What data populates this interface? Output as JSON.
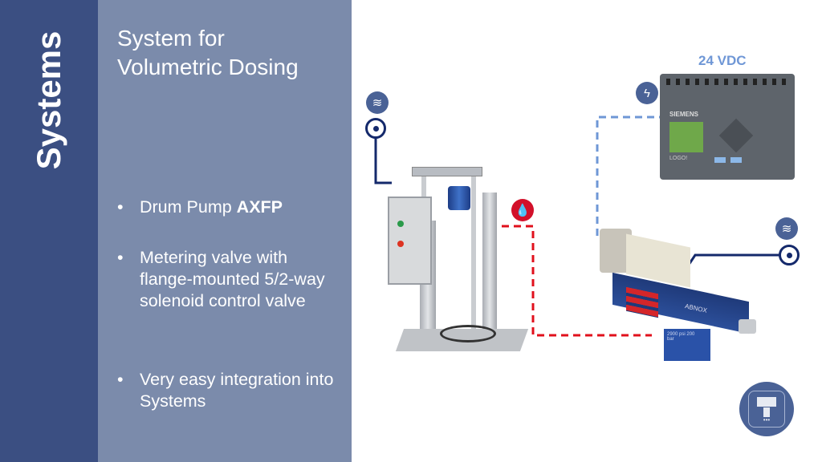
{
  "sidebar": {
    "title": "Systems"
  },
  "slide": {
    "title_line1": "System for",
    "title_line2": "Volumetric Dosing"
  },
  "bullets": [
    {
      "text": "Drum Pump ",
      "bold": "AXFP"
    },
    {
      "text": "Metering valve with flange-mounted 5/2-way solenoid control valve"
    },
    {
      "text": "Very easy integration into Systems"
    }
  ],
  "diagram": {
    "power_label": "24 VDC",
    "plc_brand": "SIEMENS",
    "plc_model": "LOGO!",
    "valve_brand": "ABNOX",
    "valve_pressure": "2900 psi 200 bar"
  },
  "colors": {
    "sidebar": "#3b4f82",
    "panel": "#7b8bab",
    "icon": "#4a6296",
    "navy": "#14296b",
    "red": "#e0101c",
    "blue_dash": "#6f97d6"
  }
}
